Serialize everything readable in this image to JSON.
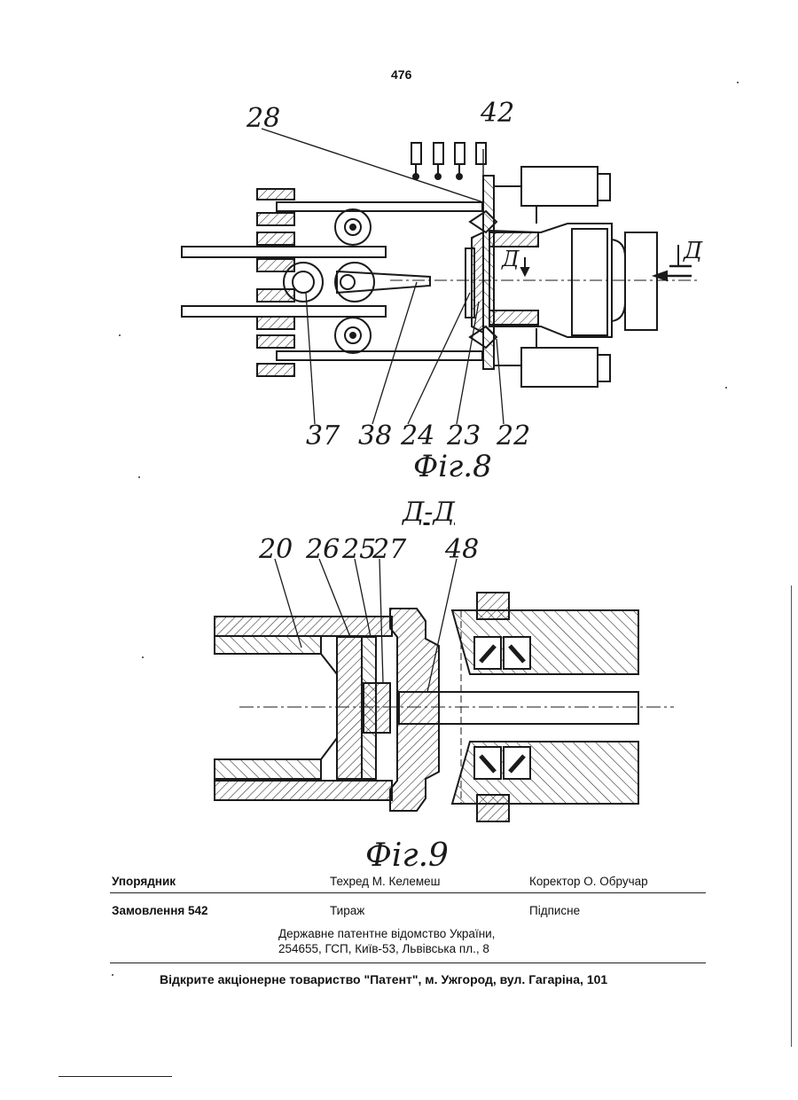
{
  "page_number": "476",
  "figure8": {
    "caption": "Фіг.8",
    "labels": {
      "l28": "28",
      "l42": "42",
      "l37": "37",
      "l38": "38",
      "l24": "24",
      "l23": "23",
      "l22": "22",
      "section_mark": "Д"
    }
  },
  "figure9": {
    "section_title": "Д-Д",
    "caption": "Фіг.9",
    "labels": {
      "l20": "20",
      "l26": "26",
      "l25": "25",
      "l27": "27",
      "l48": "48"
    }
  },
  "imprint": {
    "compiler": "Упорядник",
    "tech_editor": "Техред М. Келемеш",
    "corrector": "Коректор О. Обручар",
    "order": "Замовлення 542",
    "circulation": "Тираж",
    "subscription": "Підписне",
    "office_line1": "Державне патентне відомство України,",
    "office_line2": "254655, ГСП, Київ-53, Львівська пл., 8",
    "printer": "Відкрите акціонерне товариство \"Патент\", м. Ужгород, вул. Гагаріна, 101"
  }
}
